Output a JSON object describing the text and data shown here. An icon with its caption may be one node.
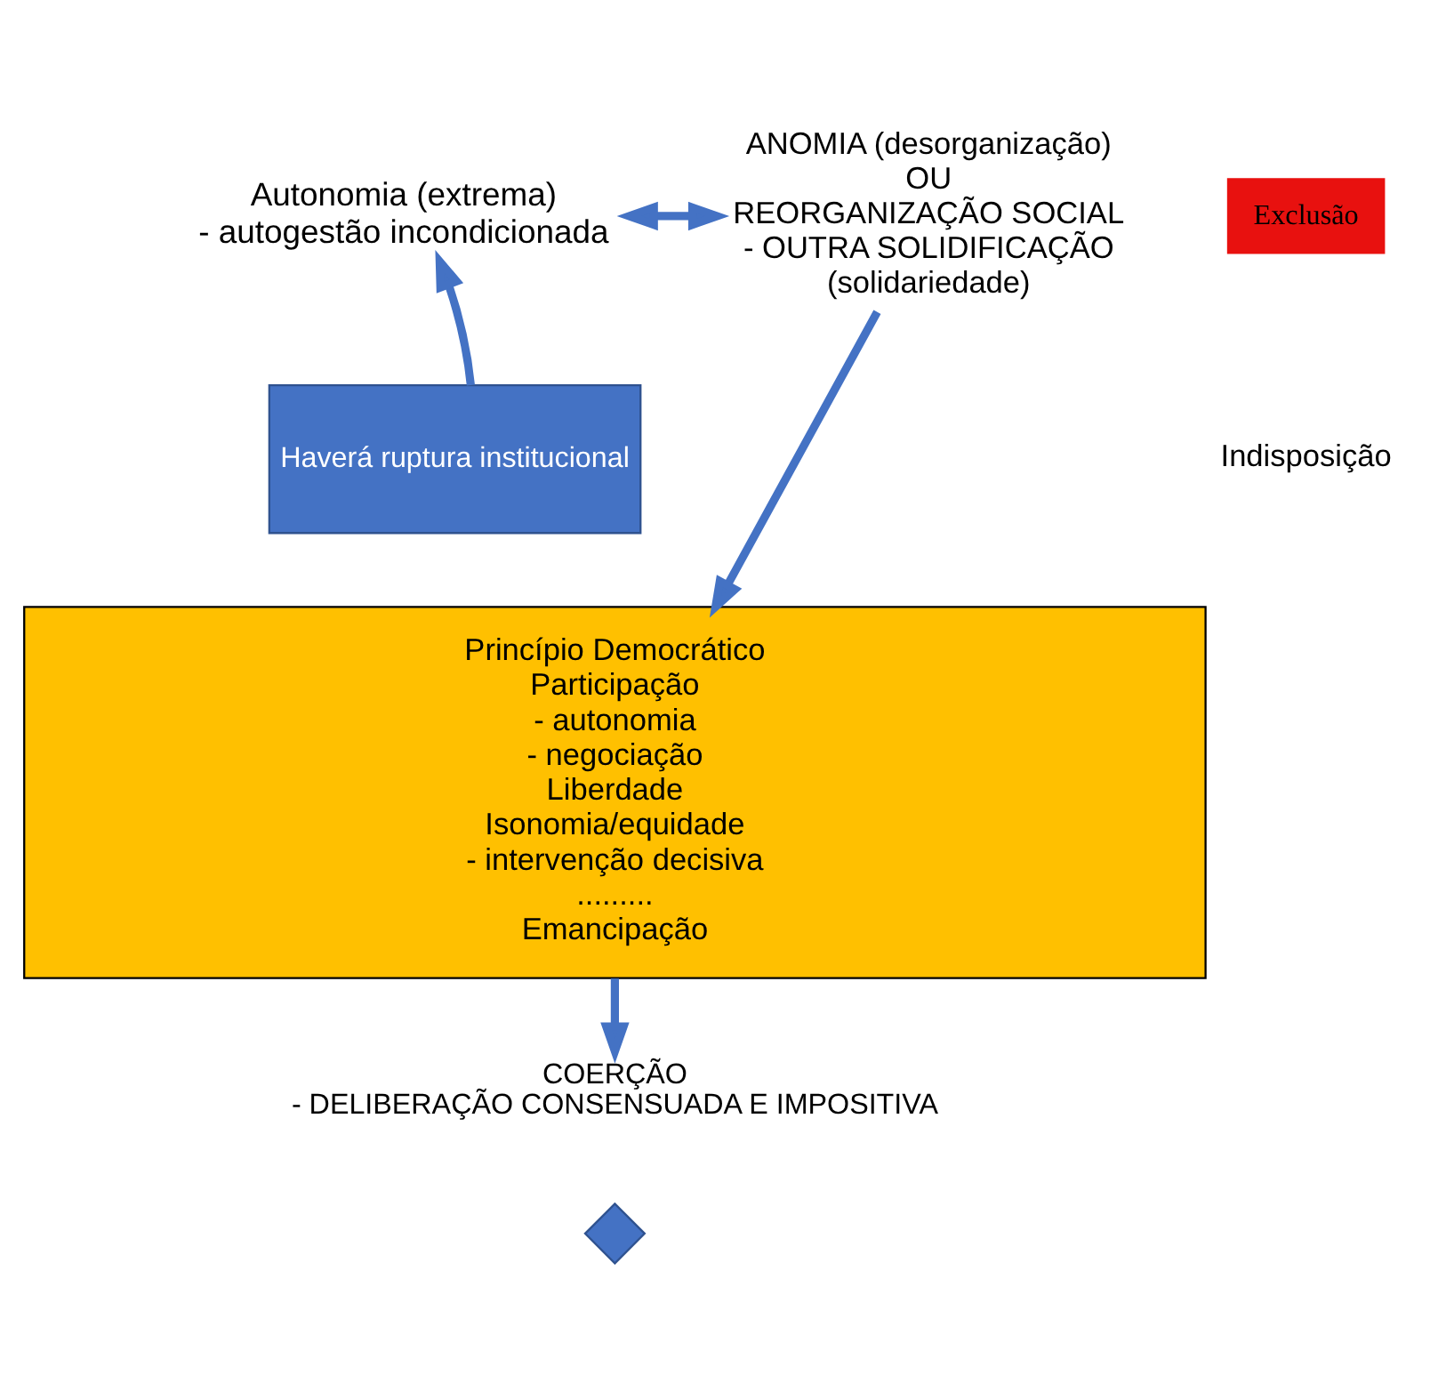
{
  "diagram": {
    "nodes": [
      {
        "text": [
          "Autonomia (extrema)",
          "- autogestão incondicionada"
        ]
      },
      {
        "text": [
          "Haverá ruptura institucional"
        ]
      },
      {
        "text": [
          "Exclusão"
        ]
      },
      {
        "text": [
          "ANOMIA (desorganização)",
          "OU",
          "REORGANIZAÇÃO SOCIAL",
          "- OUTRA SOLIDIFICAÇÃO",
          "(solidariedade)"
        ]
      },
      {
        "text": [
          "Princípio Democrático",
          "Participação",
          "- autonomia",
          "- negociação",
          "Liberdade",
          "Isonomia/equidade",
          "- intervenção decisiva",
          ".........",
          "Emancipação"
        ]
      },
      {
        "text": [
          "COERÇÃO",
          "- DELIBERAÇÃO CONSENSUADA E IMPOSITIVA"
        ]
      },
      {
        "text": [],
        "shape": "cross"
      }
    ],
    "edges": [
      {
        "from": 1,
        "to": 0,
        "arrow": "to"
      },
      {
        "from": 0,
        "to": 3,
        "arrow": "both"
      },
      {
        "from": 3,
        "to": 4,
        "arrow": "to"
      },
      {
        "from": 4,
        "to": 5,
        "arrow": "to"
      }
    ],
    "labels": [
      "Indisposição"
    ]
  }
}
